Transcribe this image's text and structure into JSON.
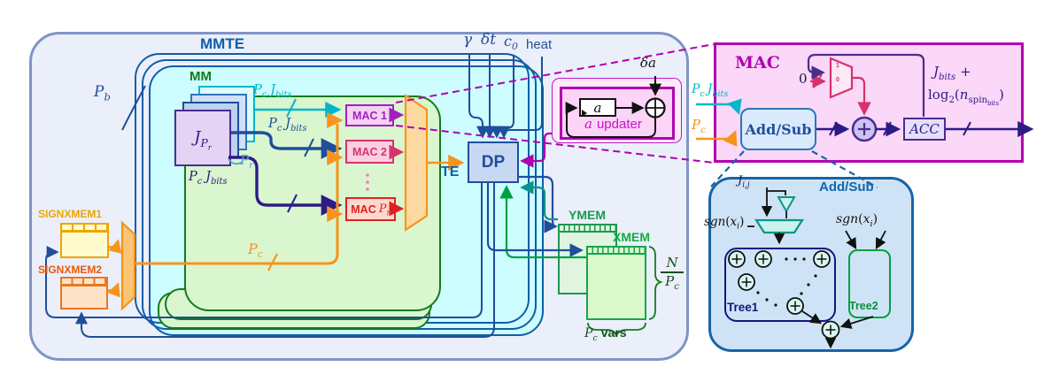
{
  "diagram": {
    "frames": {
      "mmte": "MMTE",
      "mm": "MM",
      "te": "TE"
    },
    "blocks": {
      "dp": "DP",
      "mac1": "MAC 1",
      "mac2": "MAC 2",
      "mac_prefix": "MAC",
      "mac_detail": "MAC",
      "acc": "ACC",
      "addsub": "Add/Sub",
      "a_updater_word": "updater",
      "tree1": "Tree1",
      "tree2": "Tree2"
    },
    "memories": {
      "signxmem1": "SIGNXMEM1",
      "signxmem2": "SIGNXMEM2",
      "ymem": "YMEM",
      "xmem": "XMEM"
    },
    "sym": {
      "P": "P",
      "b": "b",
      "c": "c",
      "r": "r",
      "J": "J",
      "bits": "bits",
      "N": "N",
      "n": "n",
      "x": "x",
      "i": "i",
      "ij": "i,j",
      "spin": "spin",
      "sgn": "sgn",
      "log": "log",
      "two": "2",
      "zero": "0",
      "one": "1",
      "plus": "+",
      "a": "a",
      "gamma": "γ",
      "delta_t": "δt",
      "delta_a": "δa",
      "heat": "heat",
      "vars": "vars",
      "lp": "(",
      "rp": ")"
    },
    "colors": {
      "frame_outer": "#8194c6",
      "mmte_border": "#0f5ea8",
      "mm_border": "#157a1c",
      "orange": "#f7941d",
      "cyan": "#00b8c8",
      "blue": "#1f4e9c",
      "indigo": "#2d1b85",
      "magenta": "#b000b0",
      "crimson": "#d6336c",
      "red": "#e02020",
      "purple": "#a020c0",
      "dark_purple": "#4b2d8e",
      "green": "#00a040",
      "teal": "#0d9488",
      "signxmem1_accent": "#f0a500",
      "signxmem2_accent": "#e8590c",
      "ymem_accent": "#1a9850",
      "xmem_accent": "#0fae3e"
    }
  }
}
